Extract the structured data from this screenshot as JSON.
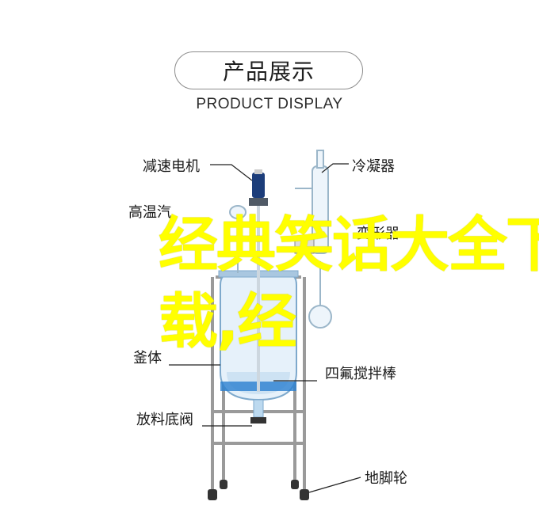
{
  "header": {
    "title": "产品展示",
    "subtitle": "PRODUCT DISPLAY"
  },
  "labels": {
    "motor": "减速电机",
    "condenser": "冷凝器",
    "temp_probe_partial": "高温汽",
    "right_partial": "变形器",
    "kettle": "釜体",
    "stirrer": "四氟搅拌棒",
    "drain_valve": "放料底阀",
    "caster": "地脚轮"
  },
  "overlay": {
    "line1": "经典笑话大全下",
    "line2": "载,经"
  },
  "colors": {
    "overlay_text": "#ffff00",
    "motor": "#1c3d7a",
    "glass": "#cfe4f3",
    "frame": "#9a9a9a"
  }
}
